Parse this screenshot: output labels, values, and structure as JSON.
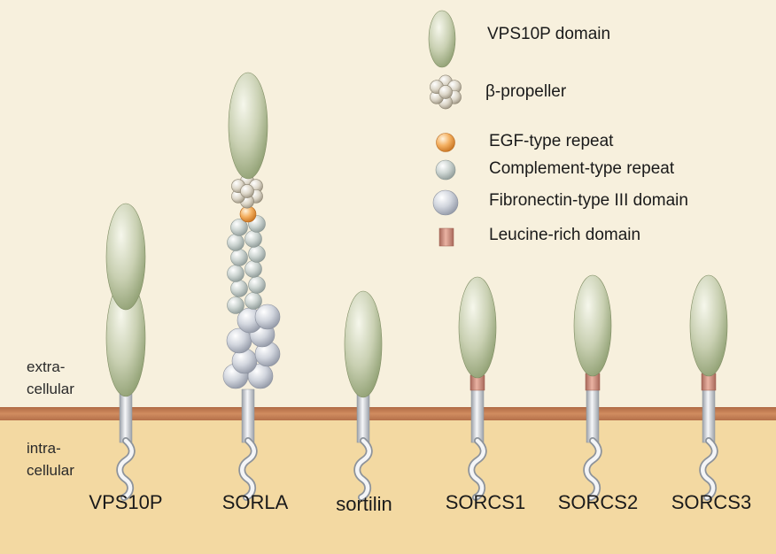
{
  "legend": [
    {
      "key": "vps10p",
      "label": "VPS10P domain"
    },
    {
      "key": "propeller",
      "label": "β-propeller"
    },
    {
      "key": "egf",
      "label": "EGF-type repeat"
    },
    {
      "key": "complement",
      "label": "Complement-type repeat"
    },
    {
      "key": "fibronectin",
      "label": "Fibronectin-type III domain"
    },
    {
      "key": "leucine",
      "label": "Leucine-rich domain"
    }
  ],
  "regions": {
    "extra": [
      "extra-",
      "cellular"
    ],
    "intra": [
      "intra-",
      "cellular"
    ]
  },
  "proteins": [
    {
      "name": "VPS10P"
    },
    {
      "name": "SORLA"
    },
    {
      "name": "sortilin"
    },
    {
      "name": "SORCS1"
    },
    {
      "name": "SORCS2"
    },
    {
      "name": "SORCS3"
    }
  ],
  "colors": {
    "background": "#f7f0dd",
    "cytoplasm": "#f3d9a2",
    "membrane": "#c07a52",
    "vps10p": "#a9b58c",
    "complement": "#c3ccc9",
    "fibronectin": "#c8cdd6",
    "egf": "#f1a24b",
    "leucine": "#cc8a78"
  }
}
